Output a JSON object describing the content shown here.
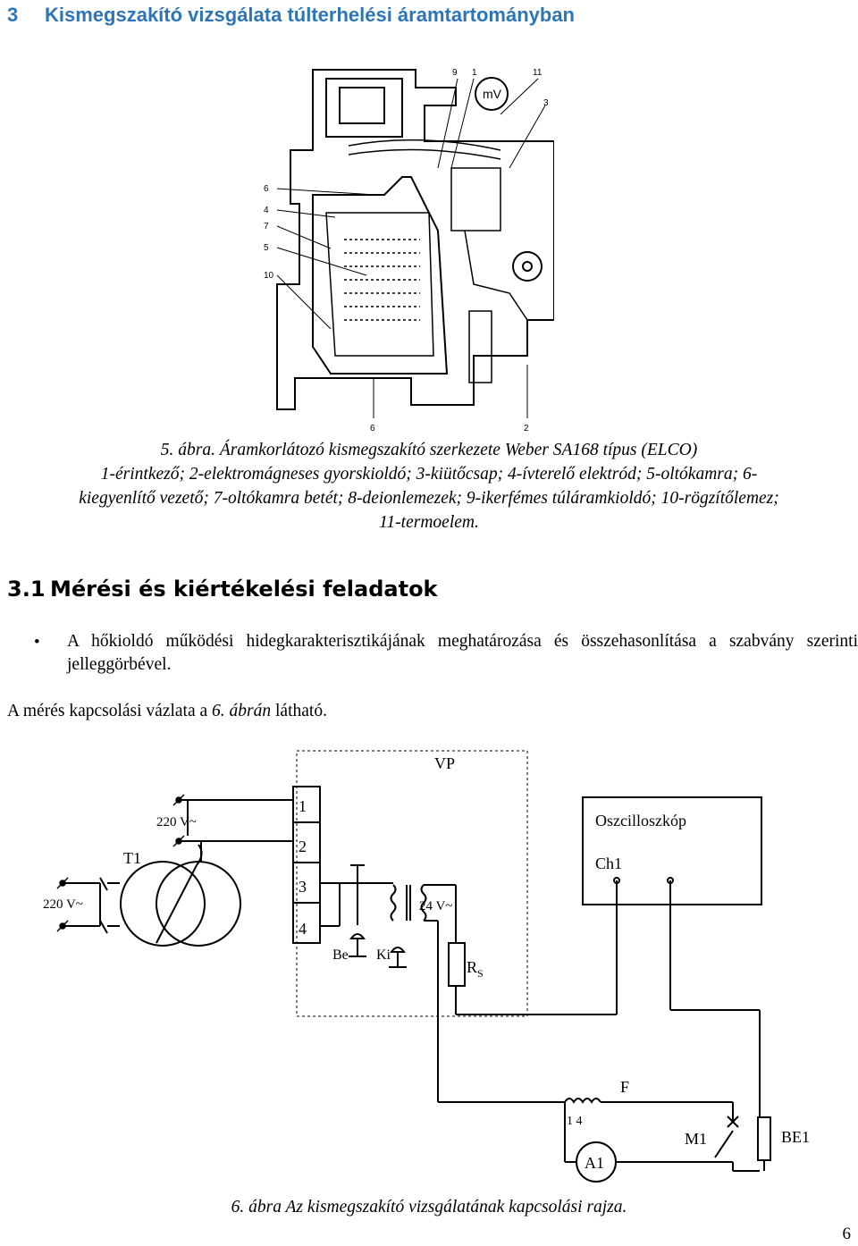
{
  "section": {
    "number": "3",
    "title": "Kismegszakító vizsgálata túlterhelési áramtartományban"
  },
  "figure5": {
    "labels": {
      "l9": "9",
      "l1": "1",
      "l11": "11",
      "l3": "3",
      "mv": "mV",
      "l6a": "6",
      "l4": "4",
      "l7": "7",
      "l5": "5",
      "l10": "10",
      "l6b": "6",
      "l2": "2"
    },
    "caption": [
      "5. ábra. Áramkorlátozó kismegszakító szerkezete Weber SA168 típus (ELCO)",
      "1-érintkező; 2-elektromágneses gyorskioldó; 3-kiütőcsap; 4-ívterelő elektród; 5-oltókamra; 6-",
      "kiegyenlítő vezető; 7-oltókamra betét; 8-deionlemezek; 9-ikerfémes túláramkioldó; 10-rögzítőlemez;",
      "11-termoelem."
    ]
  },
  "subsection": {
    "number": "3.1",
    "title": "Mérési és kiértékelési feladatok"
  },
  "bullet_marker": "•",
  "bullet_text": "A hőkioldó működési hidegkarakterisztikájának meghatározása és összehasonlítása a szabvány szerinti jelleggörbével.",
  "paragraph": {
    "before": "A mérés kapcsolási vázlata a ",
    "italic": "6. ábrán",
    "after": " látható."
  },
  "figure6": {
    "labels": {
      "vp": "VP",
      "v220_top": "220 V~",
      "t1": "T1",
      "v220_left": "220 V~",
      "n1": "1",
      "n2": "2",
      "n3": "3",
      "n4": "4",
      "be": "Be",
      "ki": "Ki",
      "v24": "24 V~",
      "rs_main": "R",
      "rs_sub": "S",
      "osc": "Oszcilloszkóp",
      "ch1": "Ch1",
      "f": "F",
      "f_pins": "1  4",
      "a1": "A1",
      "m1": "M1",
      "be1": "BE1"
    },
    "caption": "6. ábra Az kismegszakító vizsgálatának kapcsolási rajza."
  },
  "page_number": "6"
}
